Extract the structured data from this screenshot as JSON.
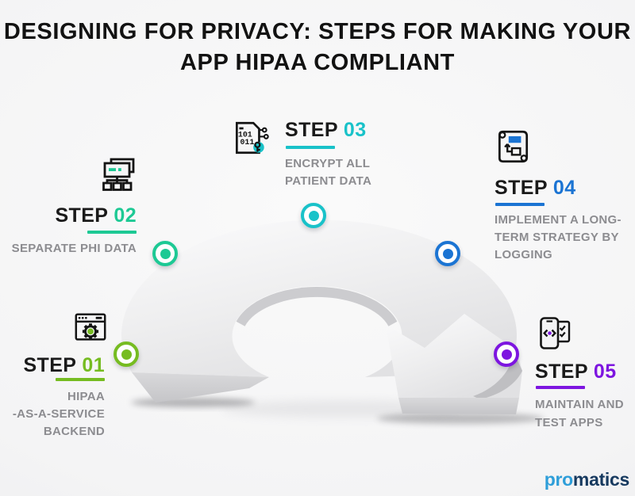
{
  "title": {
    "line1": "DESIGNING FOR PRIVACY: STEPS FOR MAKING YOUR",
    "line2": "APP HIPAA COMPLIANT"
  },
  "steps": [
    {
      "label": "STEP",
      "number": "01",
      "accent": "#76BC21",
      "icon": "browser-gear-icon",
      "desc_lines": [
        "HIPAA",
        "-AS-A-SERVICE",
        "BACKEND"
      ]
    },
    {
      "label": "STEP",
      "number": "02",
      "accent": "#1DC994",
      "icon": "network-icon",
      "desc_lines": [
        "SEPARATE PHI DATA"
      ]
    },
    {
      "label": "STEP",
      "number": "03",
      "accent": "#19C2C9",
      "icon": "encrypted-document-icon",
      "desc_lines": [
        "ENCRYPT ALL",
        "PATIENT DATA"
      ]
    },
    {
      "label": "STEP",
      "number": "04",
      "accent": "#1B74D3",
      "icon": "scroll-flowchart-icon",
      "desc_lines": [
        "IMPLEMENT A LONG-",
        "TERM STRATEGY BY",
        "LOGGING"
      ]
    },
    {
      "label": "STEP",
      "number": "05",
      "accent": "#7D15E0",
      "icon": "phone-checklist-icon",
      "desc_lines": [
        "MAINTAIN AND",
        "TEST APPS"
      ]
    }
  ],
  "logo": {
    "part1": "pro",
    "part1_color": "#2E9ED9",
    "part2": "matics",
    "part2_color": "#16395F"
  }
}
